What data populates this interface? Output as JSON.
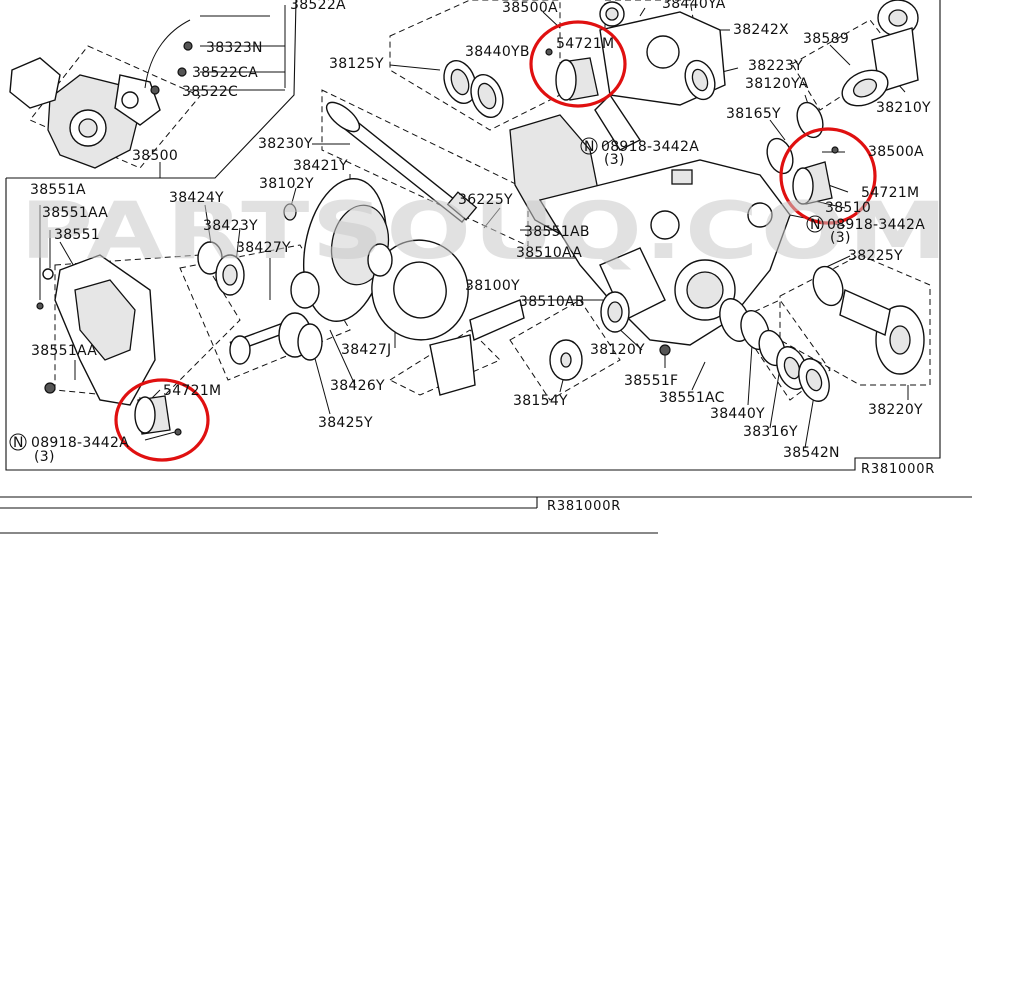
{
  "watermark": "PARTSOUQ.COM",
  "diagram_ref": "R381000R",
  "footer_ref": "R381000R",
  "labels": {
    "p38522A": "38522A",
    "p38323N": "38323N",
    "p38522CA": "38522CA",
    "p38522C": "38522C",
    "p38500": "38500",
    "p38500A_top": "38500A",
    "p38440YA": "38440YA",
    "p38242X": "38242X",
    "p38589": "38589",
    "p38125Y": "38125Y",
    "p54721M_top": "54721M",
    "p38440YB": "38440YB",
    "p38223Y": "38223Y",
    "p38120YA": "38120YA",
    "p38210Y": "38210Y",
    "p38165Y": "38165Y",
    "p08918_top": "08918-3442A",
    "p08918_top_qty": "(3)",
    "p38230Y": "38230Y",
    "p38500A_right": "38500A",
    "p38421Y": "38421Y",
    "p54721M_right": "54721M",
    "p38102Y": "38102Y",
    "p38510": "38510",
    "p38551A": "38551A",
    "p38424Y": "38424Y",
    "p36225Y": "36225Y",
    "p08918_right": "08918-3442A",
    "p08918_right_qty": "(3)",
    "p38551AA_top": "38551AA",
    "p38423Y": "38423Y",
    "p38551AB_1": "38551AB",
    "p38551": "38551",
    "p38427Y": "38427Y",
    "p38510AA": "38510AA",
    "p38225Y": "38225Y",
    "p38100Y": "38100Y",
    "p38510AB": "38510AB",
    "p38551AA_left": "38551AA",
    "p38427J": "38427J",
    "p38120Y": "38120Y",
    "p54721M_left": "54721M",
    "p38426Y": "38426Y",
    "p38551F": "38551F",
    "p38154Y": "38154Y",
    "p38551AC": "38551AC",
    "p38440Y": "38440Y",
    "p38220Y": "38220Y",
    "p08918_left": "08918-3442A",
    "p08918_left_qty": "(3)",
    "p38425Y": "38425Y",
    "p38316Y": "38316Y",
    "p38542N": "38542N",
    "n_mark": "N"
  },
  "highlight_color": "#e01010",
  "line_color": "#111111",
  "watermark_color": "#c8c8c8"
}
